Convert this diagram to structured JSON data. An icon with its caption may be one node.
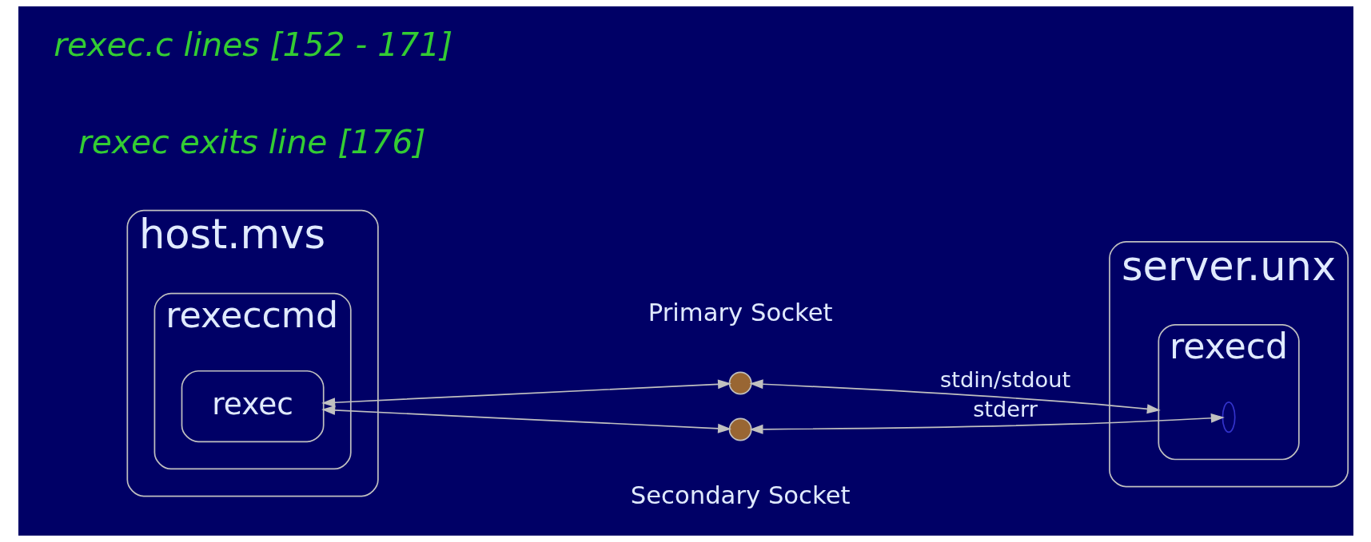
{
  "diagram": {
    "nodes": [
      {
        "text": [
          "host.mvs"
        ]
      },
      {
        "text": [
          "rexeccmd"
        ],
        "in": 0
      },
      {
        "text": [
          "rexec"
        ],
        "in": 1
      },
      {
        "text": [],
        "shape": "circle",
        "beside": [
          "Primary Socket"
        ]
      },
      {
        "text": [
          "server.unx"
        ]
      },
      {
        "text": [
          "rexecd"
        ],
        "in": 4
      },
      {
        "text": [],
        "shape": "ellipse",
        "in": 5
      },
      {
        "text": [],
        "shape": "circle",
        "beside": [
          "Secondary Socket"
        ]
      }
    ],
    "edges": [
      {
        "from": 2,
        "to": 3,
        "arrow": "both"
      },
      {
        "from": 3,
        "to": 5,
        "arrow": "both",
        "label": "stdin/stdout"
      },
      {
        "from": 2,
        "to": 7,
        "arrow": "both"
      },
      {
        "from": 7,
        "to": 6,
        "arrow": "both",
        "label": "stderr"
      }
    ],
    "labels": [
      "rexec.c lines [152 - 171]",
      "rexec exits line [176]"
    ]
  }
}
